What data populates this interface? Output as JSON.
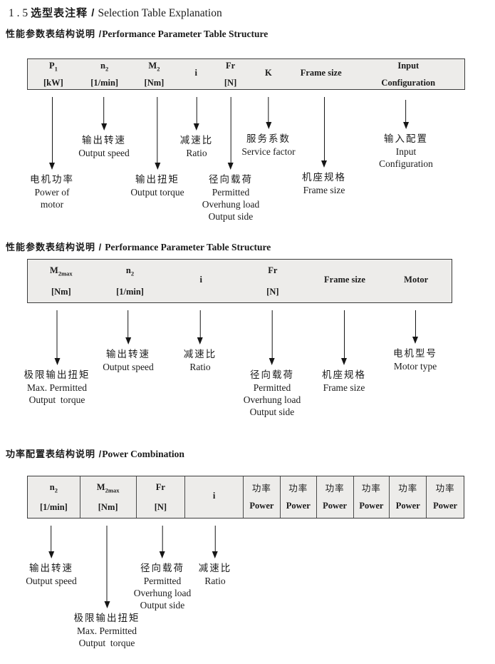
{
  "title": {
    "num": "1 . 5",
    "zh": "选型表注释 /",
    "en": "Selection Table Explanation"
  },
  "s1": {
    "heading": {
      "zh": "性能参数表结构说明 /",
      "en": "Performance Parameter Table Structure"
    },
    "cols": [
      {
        "base": "P",
        "sub": "1",
        "unit": "[kW]"
      },
      {
        "base": "n",
        "sub": "2",
        "unit": "[1/min]"
      },
      {
        "base": "M",
        "sub": "2",
        "unit": "[Nm]"
      },
      {
        "base": "i",
        "sub": "",
        "unit": ""
      },
      {
        "base": "Fr",
        "sub": "",
        "unit": "[N]"
      },
      {
        "base": "K",
        "sub": "",
        "unit": ""
      },
      {
        "base": "Frame size",
        "sub": "",
        "unit": ""
      },
      {
        "base": "Input",
        "sub": "",
        "unit": "Configuration"
      }
    ],
    "callouts": [
      {
        "zh": "电机功率",
        "en": "Power of\nmotor"
      },
      {
        "zh": "输出转速",
        "en": "Output speed"
      },
      {
        "zh": "输出扭矩",
        "en": "Output torque"
      },
      {
        "zh": "减速比",
        "en": "Ratio"
      },
      {
        "zh": "径向载荷",
        "en": "Permitted\nOverhung load\nOutput side"
      },
      {
        "zh": "服务系数",
        "en": "Service factor"
      },
      {
        "zh": "机座规格",
        "en": "Frame size"
      },
      {
        "zh": "输入配置",
        "en": "Input\nConfiguration"
      }
    ]
  },
  "s2": {
    "heading": {
      "zh": "性能参数表结构说明 /",
      "en": "Performance Parameter Table Structure"
    },
    "cols": [
      {
        "base": "M",
        "sub": "2max",
        "unit": "[Nm]"
      },
      {
        "base": "n",
        "sub": "2",
        "unit": "[1/min]"
      },
      {
        "base": "i",
        "sub": "",
        "unit": ""
      },
      {
        "base": "Fr",
        "sub": "",
        "unit": "[N]"
      },
      {
        "base": "Frame size",
        "sub": "",
        "unit": ""
      },
      {
        "base": "Motor",
        "sub": "",
        "unit": ""
      }
    ],
    "callouts": [
      {
        "zh": "极限输出扭矩",
        "en": "Max. Permitted\nOutput  torque"
      },
      {
        "zh": "输出转速",
        "en": "Output speed"
      },
      {
        "zh": "减速比",
        "en": "Ratio"
      },
      {
        "zh": "径向载荷",
        "en": "Permitted\nOverhung load\nOutput side"
      },
      {
        "zh": "机座规格",
        "en": "Frame size"
      },
      {
        "zh": "电机型号",
        "en": "Motor type"
      }
    ]
  },
  "s3": {
    "heading": {
      "zh": "功率配置表结构说明 /",
      "en": "Power Combination"
    },
    "cols": [
      {
        "base": "n",
        "sub": "2",
        "unit": "[1/min]"
      },
      {
        "base": "M",
        "sub": "2max",
        "unit": "[Nm]"
      },
      {
        "base": "Fr",
        "sub": "",
        "unit": "[N]"
      },
      {
        "base": "i",
        "sub": "",
        "unit": ""
      },
      {
        "zh": "功率",
        "en": "Power"
      },
      {
        "zh": "功率",
        "en": "Power"
      },
      {
        "zh": "功率",
        "en": "Power"
      },
      {
        "zh": "功率",
        "en": "Power"
      },
      {
        "zh": "功率",
        "en": "Power"
      },
      {
        "zh": "功率",
        "en": "Power"
      }
    ],
    "callouts": [
      {
        "zh": "输出转速",
        "en": "Output speed"
      },
      {
        "zh": "极限输出扭矩",
        "en": "Max. Permitted\nOutput  torque"
      },
      {
        "zh": "径向载荷",
        "en": "Permitted\nOverhung load\nOutput side"
      },
      {
        "zh": "减速比",
        "en": "Ratio"
      }
    ]
  }
}
